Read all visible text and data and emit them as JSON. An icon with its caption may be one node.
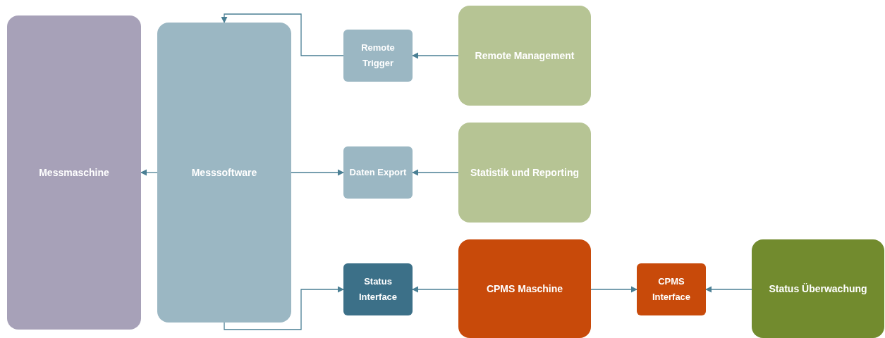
{
  "diagram": {
    "nodes": [
      {
        "text": [
          "Messmaschine"
        ]
      },
      {
        "text": [
          "Messsoftware"
        ]
      },
      {
        "text": [
          "Remote Trigger"
        ]
      },
      {
        "text": [
          "Daten Export"
        ]
      },
      {
        "text": [
          "Status Interface"
        ]
      },
      {
        "text": [
          "Remote Management"
        ]
      },
      {
        "text": [
          "Statistik und Reporting"
        ]
      },
      {
        "text": [
          "CPMS Maschine"
        ]
      },
      {
        "text": [
          "CPMS Interface"
        ]
      },
      {
        "text": [
          "Status Überwachung"
        ]
      }
    ],
    "edges": [
      {
        "from": 1,
        "to": 0,
        "arrow": "to"
      },
      {
        "from": 2,
        "to": 1,
        "arrow": "to"
      },
      {
        "from": 5,
        "to": 2,
        "arrow": "to"
      },
      {
        "from": 1,
        "to": 3,
        "arrow": "to"
      },
      {
        "from": 6,
        "to": 3,
        "arrow": "to"
      },
      {
        "from": 1,
        "to": 4,
        "arrow": "to"
      },
      {
        "from": 7,
        "to": 4,
        "arrow": "to"
      },
      {
        "from": 7,
        "to": 8,
        "arrow": "to"
      },
      {
        "from": 9,
        "to": 8,
        "arrow": "to"
      }
    ]
  }
}
